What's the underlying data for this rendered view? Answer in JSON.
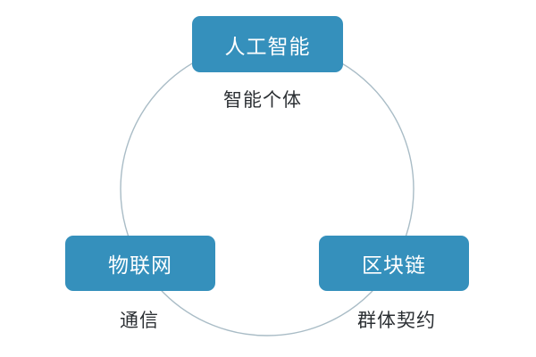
{
  "diagram": {
    "type": "cycle",
    "ring": {
      "color": "#a9bcc6"
    },
    "node_color": "#3590bc",
    "nodes": [
      {
        "label": "人工智能",
        "caption": "智能个体",
        "position": "top"
      },
      {
        "label": "物联网",
        "caption": "通信",
        "position": "bottom-left"
      },
      {
        "label": "区块链",
        "caption": "群体契约",
        "position": "bottom-right"
      }
    ]
  }
}
